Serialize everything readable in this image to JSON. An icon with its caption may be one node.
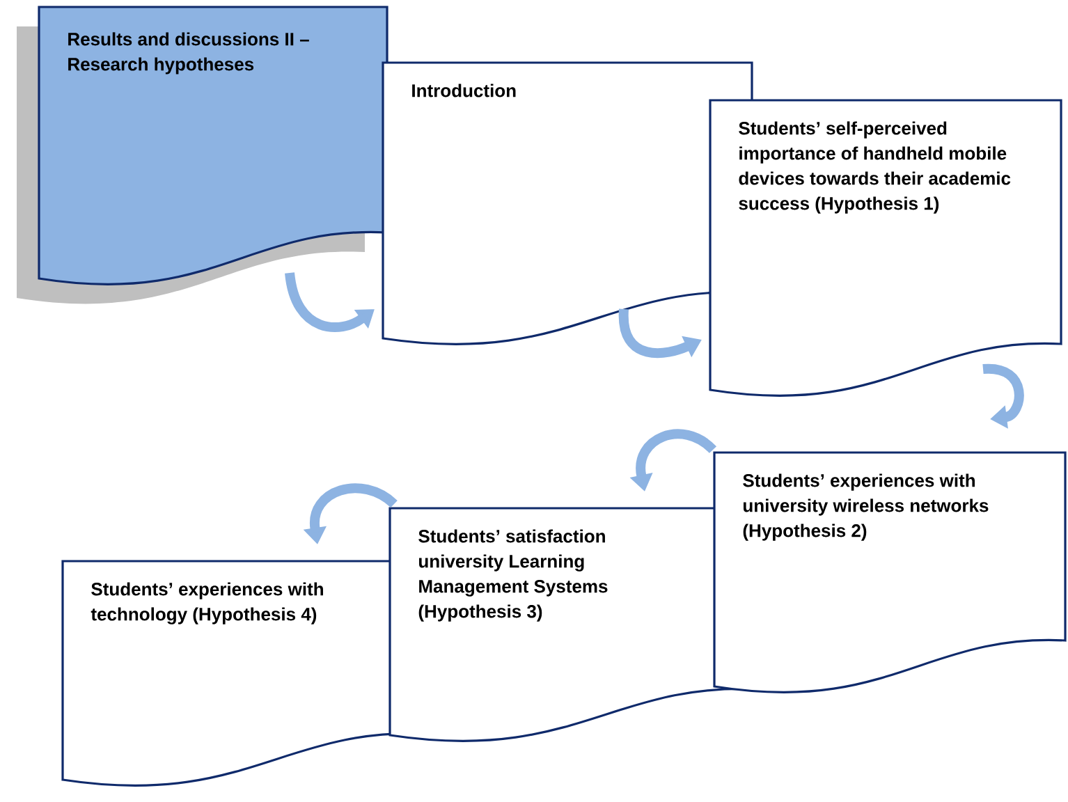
{
  "diagram": {
    "nodes": [
      {
        "text": [
          "Results and discussions II – Research hypotheses"
        ]
      },
      {
        "text": [
          "Introduction"
        ]
      },
      {
        "text": [
          "Students’ self-perceived importance of handheld mobile devices towards their academic success (Hypothesis 1)"
        ]
      },
      {
        "text": [
          "Students’ experiences with university wireless networks (Hypothesis 2)"
        ]
      },
      {
        "text": [
          "Students’ satisfaction university Learning Management Systems (Hypothesis 3)"
        ]
      },
      {
        "text": [
          "Students’ experiences with technology (Hypothesis 4)"
        ]
      }
    ],
    "edges": [
      {
        "from": 0,
        "to": 1,
        "arrow": "to"
      },
      {
        "from": 1,
        "to": 2,
        "arrow": "to"
      },
      {
        "from": 2,
        "to": 3,
        "arrow": "to"
      },
      {
        "from": 3,
        "to": 4,
        "arrow": "to"
      },
      {
        "from": 4,
        "to": 5,
        "arrow": "to"
      }
    ]
  }
}
